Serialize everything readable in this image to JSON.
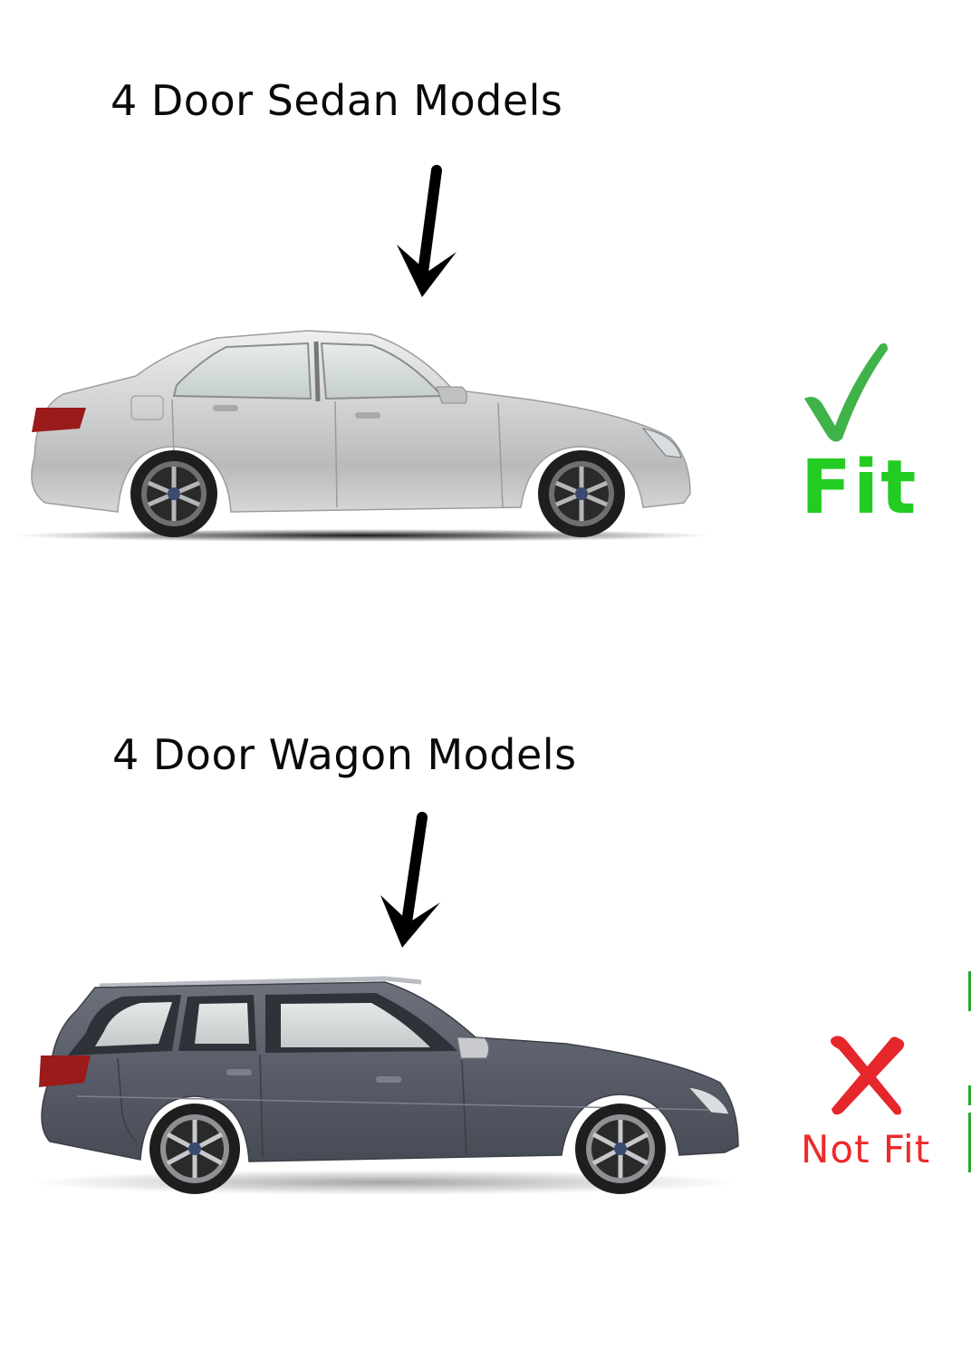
{
  "sections": [
    {
      "heading": "4 Door Sedan Models",
      "car_type": "sedan",
      "car_color": "#c9cacc",
      "verdict": {
        "label": "Fit",
        "icon": "checkmark-icon",
        "color": "#22cc22",
        "icon_color": "#3fb24a"
      }
    },
    {
      "heading": "4 Door Wagon Models",
      "car_type": "wagon",
      "car_color": "#5a5f6b",
      "verdict": {
        "label": "Not Fit",
        "icon": "cross-icon",
        "color": "#ee2a2a",
        "icon_color": "#e5262b"
      }
    }
  ],
  "colors": {
    "background": "#ffffff",
    "heading_text": "#0a0a0a",
    "arrow": "#000000",
    "edge_artifact": "#2fa82f"
  }
}
